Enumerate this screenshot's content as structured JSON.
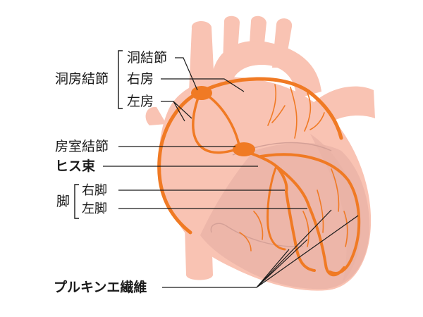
{
  "labels": {
    "sa_node": "洞結節",
    "right_atrium": "右房",
    "left_atrium": "左房",
    "group_atria": "洞房結節",
    "av_node": "房室結節",
    "his_bundle": "ヒス束",
    "right_branch": "右脚",
    "left_branch": "左脚",
    "group_branch": "脚",
    "purkinje": "プルキンエ繊維"
  },
  "colors": {
    "heart": "#f9c3b3",
    "shade": "#e8b2a6",
    "conduction": "#f07a24",
    "text": "#1a1a1a"
  }
}
